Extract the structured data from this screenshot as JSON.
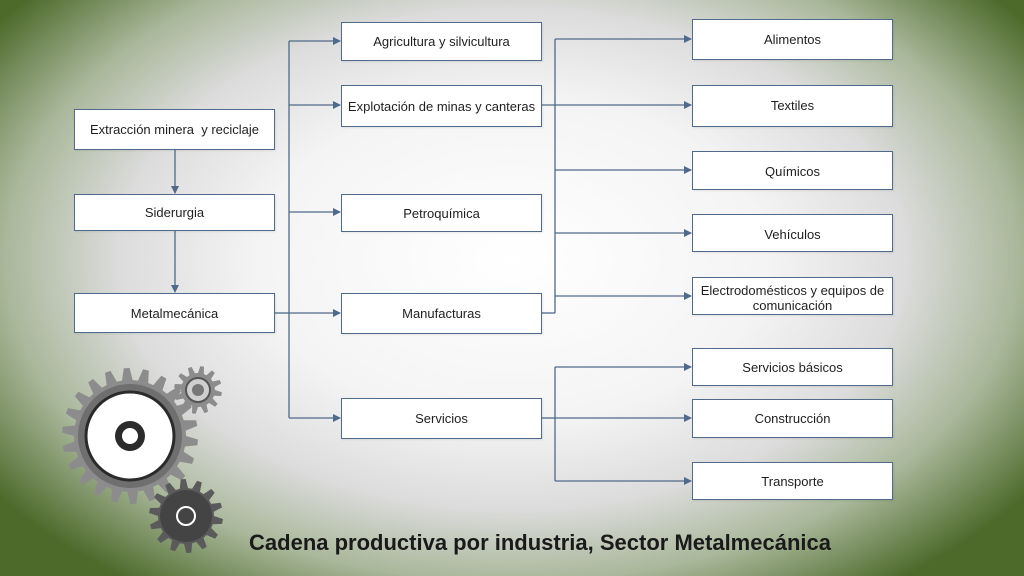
{
  "diagram": {
    "left_chain": {
      "extraccion": "Extracción minera  y reciclaje",
      "siderurgia": "Siderurgia",
      "metalmecanica": "Metalmecánica"
    },
    "sectors": {
      "agricultura": "Agricultura y silvicultura",
      "minas": "Explotación de minas y canteras",
      "petroquimica": "Petroquímica",
      "manufacturas": "Manufacturas",
      "servicios": "Servicios"
    },
    "manufactura_outputs": {
      "alimentos": "Alimentos",
      "textiles": "Textiles",
      "quimicos": "Químicos",
      "vehiculos": "Vehículos",
      "electrodomesticos": "Electrodomésticos y equipos de comunicación"
    },
    "servicio_outputs": {
      "basicos": "Servicios básicos",
      "construccion": "Construcción",
      "transporte": "Transporte"
    }
  },
  "caption": "Cadena productiva por industria, Sector Metalmecánica",
  "colors": {
    "connector": "#4f6a8a",
    "gear_gray": "#8c8c8c",
    "gear_dark": "#5a5a5a"
  }
}
